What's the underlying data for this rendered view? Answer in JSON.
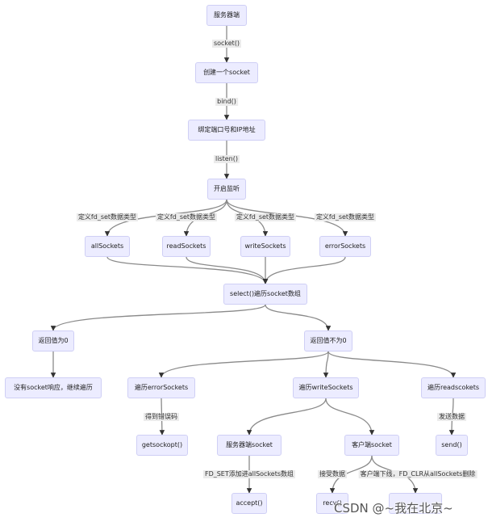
{
  "nodes": [
    {
      "id": "server_socket_top",
      "text": "服务器端"
    },
    {
      "id": "create_socket",
      "text": "创建一个socket"
    },
    {
      "id": "bind_addr",
      "text": "绑定端口号和IP地址"
    },
    {
      "id": "start_listen",
      "text": "开启监听"
    },
    {
      "id": "all_sockets",
      "text": "allSockets"
    },
    {
      "id": "read_sockets",
      "text": "readSockets"
    },
    {
      "id": "write_sockets",
      "text": "writeSockets"
    },
    {
      "id": "error_sockets",
      "text": "errorSockets"
    },
    {
      "id": "select_loop",
      "text": "select()遍历socket数组"
    },
    {
      "id": "ret_zero",
      "text": "返回值为0"
    },
    {
      "id": "ret_nonzero",
      "text": "返回值不为0"
    },
    {
      "id": "no_response",
      "text": "没有socket响应，继续遍历"
    },
    {
      "id": "iter_error",
      "text": "遍历errorSockets"
    },
    {
      "id": "iter_write",
      "text": "遍历writeSockets"
    },
    {
      "id": "iter_read",
      "text": "遍历readscokets"
    },
    {
      "id": "getsockopt",
      "text": "getsockopt()"
    },
    {
      "id": "server_socket",
      "text": "服务器端socket"
    },
    {
      "id": "client_socket",
      "text": "客户端socket"
    },
    {
      "id": "send_call",
      "text": "send()"
    },
    {
      "id": "accept_call",
      "text": "accept()"
    },
    {
      "id": "recv_call",
      "text": "recv()"
    },
    {
      "id": "hidden_node",
      "text": ""
    }
  ],
  "edges": [
    {
      "from": "server_socket_top",
      "to": "create_socket",
      "label": "socket()"
    },
    {
      "from": "create_socket",
      "to": "bind_addr",
      "label": "bind()"
    },
    {
      "from": "bind_addr",
      "to": "start_listen",
      "label": "listen()"
    },
    {
      "from": "start_listen",
      "to": "all_sockets",
      "label": "定义fd_set数据类型"
    },
    {
      "from": "start_listen",
      "to": "read_sockets",
      "label": "定义fd_set数据类型"
    },
    {
      "from": "start_listen",
      "to": "write_sockets",
      "label": "定义fd_set数据类型"
    },
    {
      "from": "start_listen",
      "to": "error_sockets",
      "label": "定义fd_set数据类型"
    },
    {
      "from": "all_sockets",
      "to": "select_loop",
      "label": ""
    },
    {
      "from": "read_sockets",
      "to": "select_loop",
      "label": ""
    },
    {
      "from": "write_sockets",
      "to": "select_loop",
      "label": ""
    },
    {
      "from": "error_sockets",
      "to": "select_loop",
      "label": ""
    },
    {
      "from": "select_loop",
      "to": "ret_zero",
      "label": ""
    },
    {
      "from": "select_loop",
      "to": "ret_nonzero",
      "label": ""
    },
    {
      "from": "ret_zero",
      "to": "no_response",
      "label": ""
    },
    {
      "from": "ret_nonzero",
      "to": "iter_error",
      "label": ""
    },
    {
      "from": "ret_nonzero",
      "to": "iter_write",
      "label": ""
    },
    {
      "from": "ret_nonzero",
      "to": "iter_read",
      "label": ""
    },
    {
      "from": "iter_error",
      "to": "getsockopt",
      "label": "得到错误码"
    },
    {
      "from": "iter_write",
      "to": "server_socket",
      "label": ""
    },
    {
      "from": "iter_write",
      "to": "client_socket",
      "label": ""
    },
    {
      "from": "iter_read",
      "to": "send_call",
      "label": "发送数据"
    },
    {
      "from": "server_socket",
      "to": "accept_call",
      "label": "FD_SET添加进allSockets数组"
    },
    {
      "from": "client_socket",
      "to": "recv_call",
      "label": "接受数据"
    },
    {
      "from": "client_socket",
      "to": "hidden_node",
      "label": "客户端下线，FD_CLR从allSockets删除"
    }
  ],
  "watermark": "CSDN @~我在北京~",
  "colors": {
    "node_fill": "#ececff",
    "node_border": "#cfcff5",
    "edge_stroke": "#8a8a8a",
    "label_bg": "#ebebeb"
  }
}
